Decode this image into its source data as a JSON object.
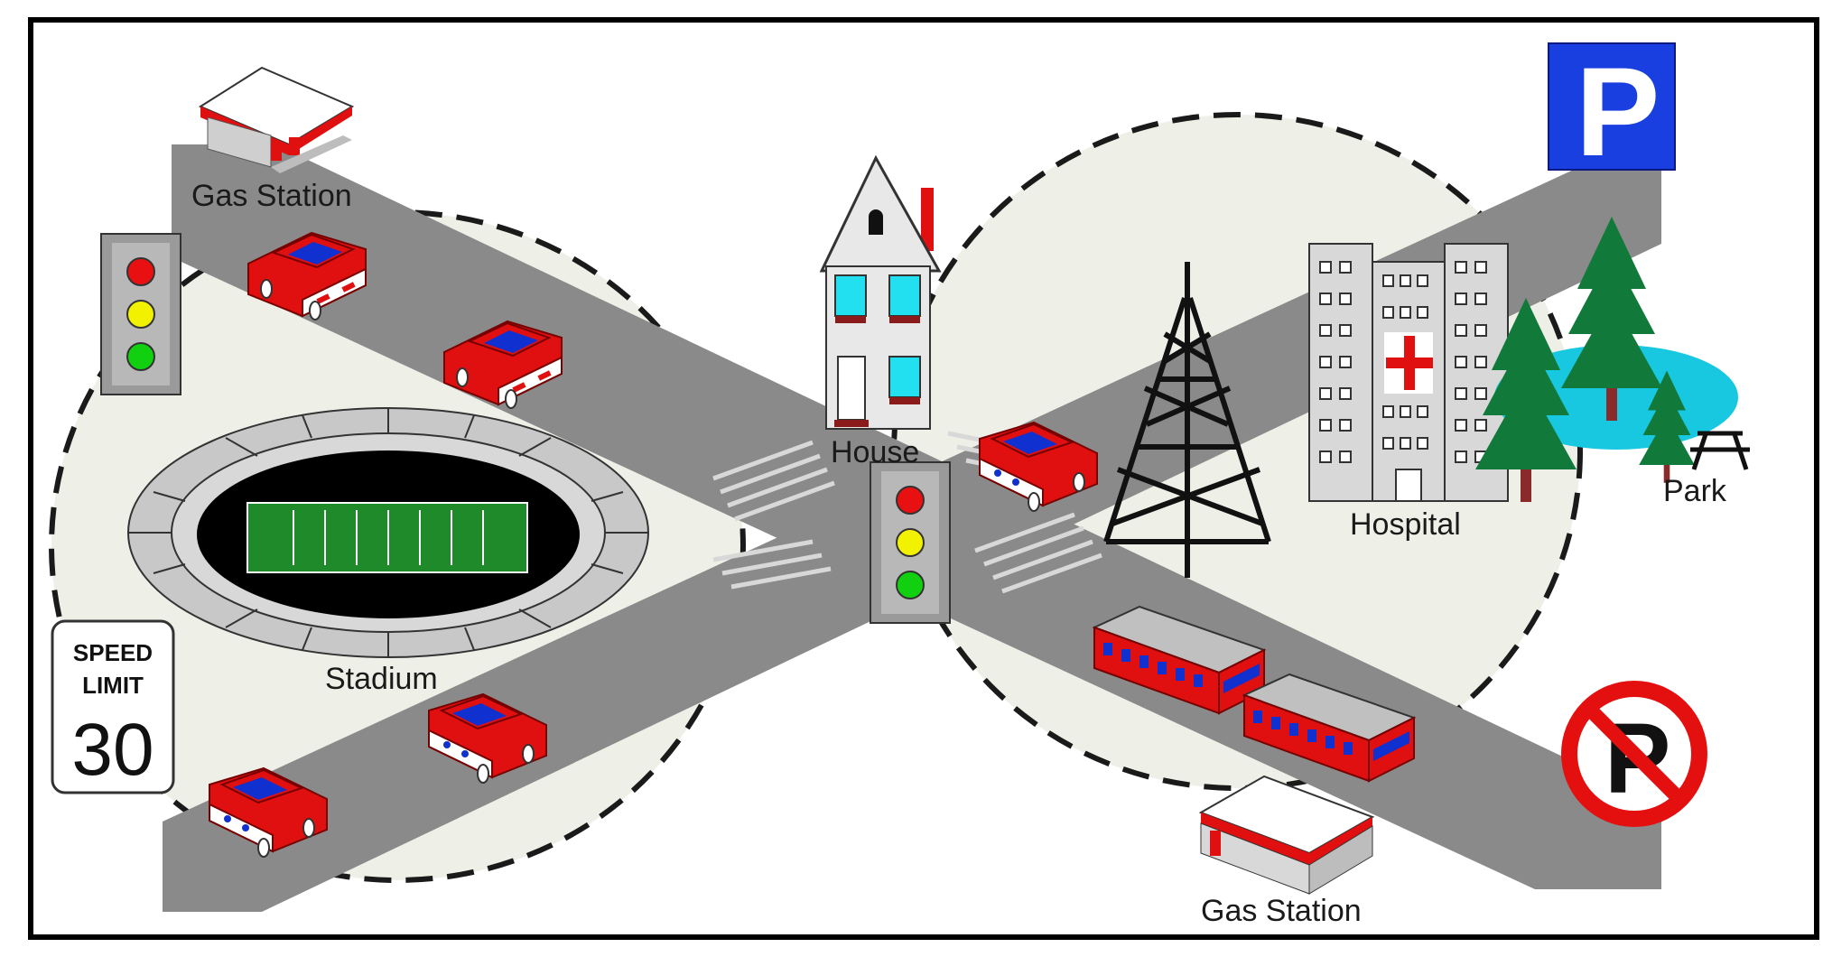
{
  "labels": {
    "gas_station_top": "Gas Station",
    "gas_station_bottom": "Gas Station",
    "house": "House",
    "hospital": "Hospital",
    "park": "Park",
    "stadium": "Stadium"
  },
  "speed_limit": {
    "line1": "SPEED",
    "line2": "LIMIT",
    "value": "30"
  },
  "parking_sign_letter": "P",
  "no_parking_sign_letter": "P",
  "colors": {
    "road": "#8a8a8a",
    "zone_fill": "#eef0e8",
    "car_red": "#e01010",
    "car_blue": "#1030d0",
    "parking_blue": "#1a3fe0",
    "no_parking_red": "#e41010",
    "pond": "#18c8e0",
    "tree_green": "#117a3a",
    "field_green": "#1f8a2a"
  }
}
